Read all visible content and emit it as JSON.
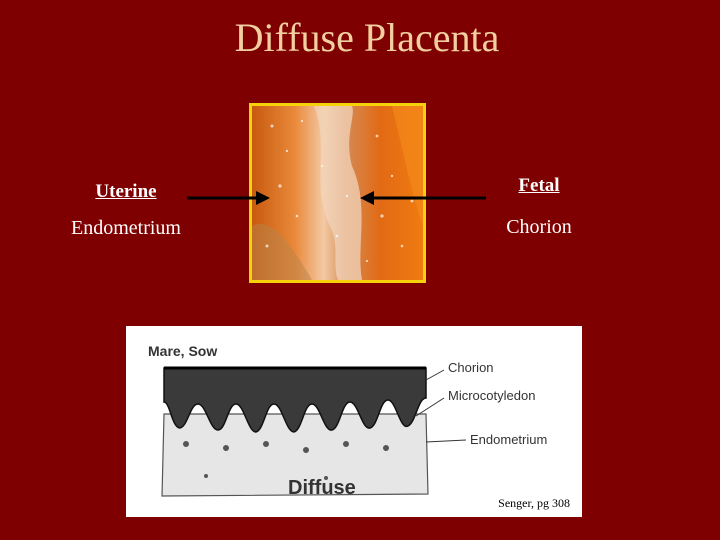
{
  "title": "Diffuse Placenta",
  "uterine": {
    "heading": "Uterine",
    "subtitle": "Endometrium"
  },
  "fetal": {
    "heading": "Fetal",
    "subtitle": "Chorion"
  },
  "diagram": {
    "species": "Mare, Sow",
    "labels": {
      "chorion": "Chorion",
      "microcotyledon": "Microcotyledon",
      "endometrium": "Endometrium"
    },
    "caption": "Diffuse",
    "citation": "Senger, pg 308"
  },
  "colors": {
    "background": "#7f0000",
    "title": "#f2cfa0",
    "photo_border": "#f5d20a"
  }
}
